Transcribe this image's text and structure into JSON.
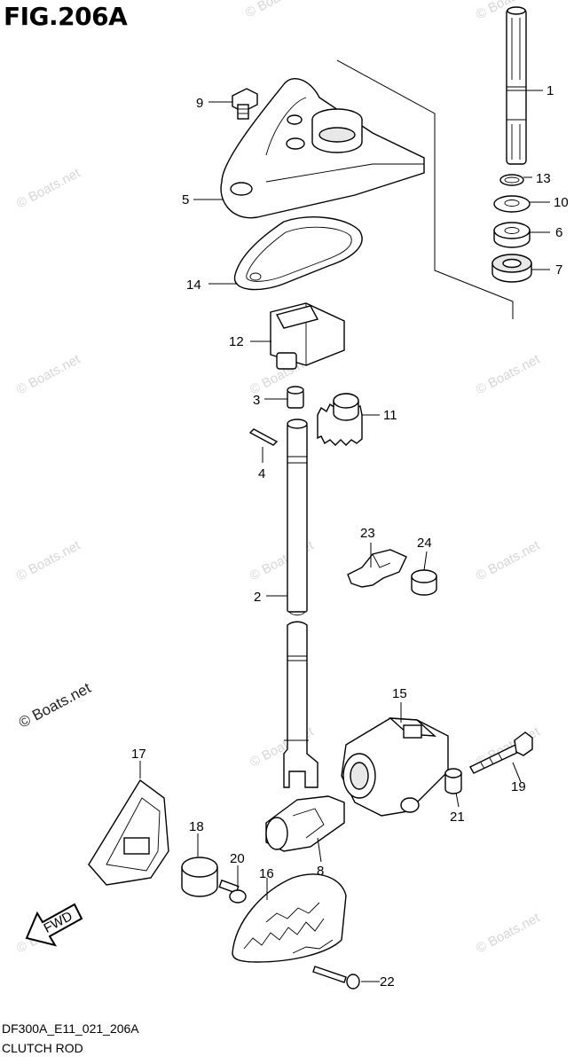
{
  "figure": {
    "title": "FIG.206A",
    "code": "DF300A_E11_021_206A",
    "name": "CLUTCH ROD"
  },
  "watermark": {
    "text": "© Boats.net"
  },
  "direction_indicator": {
    "text": "FWD"
  },
  "callouts": [
    "1",
    "2",
    "3",
    "4",
    "5",
    "6",
    "7",
    "8",
    "9",
    "10",
    "11",
    "12",
    "13",
    "14",
    "15",
    "16",
    "17",
    "18",
    "19",
    "20",
    "21",
    "22",
    "23",
    "24"
  ]
}
